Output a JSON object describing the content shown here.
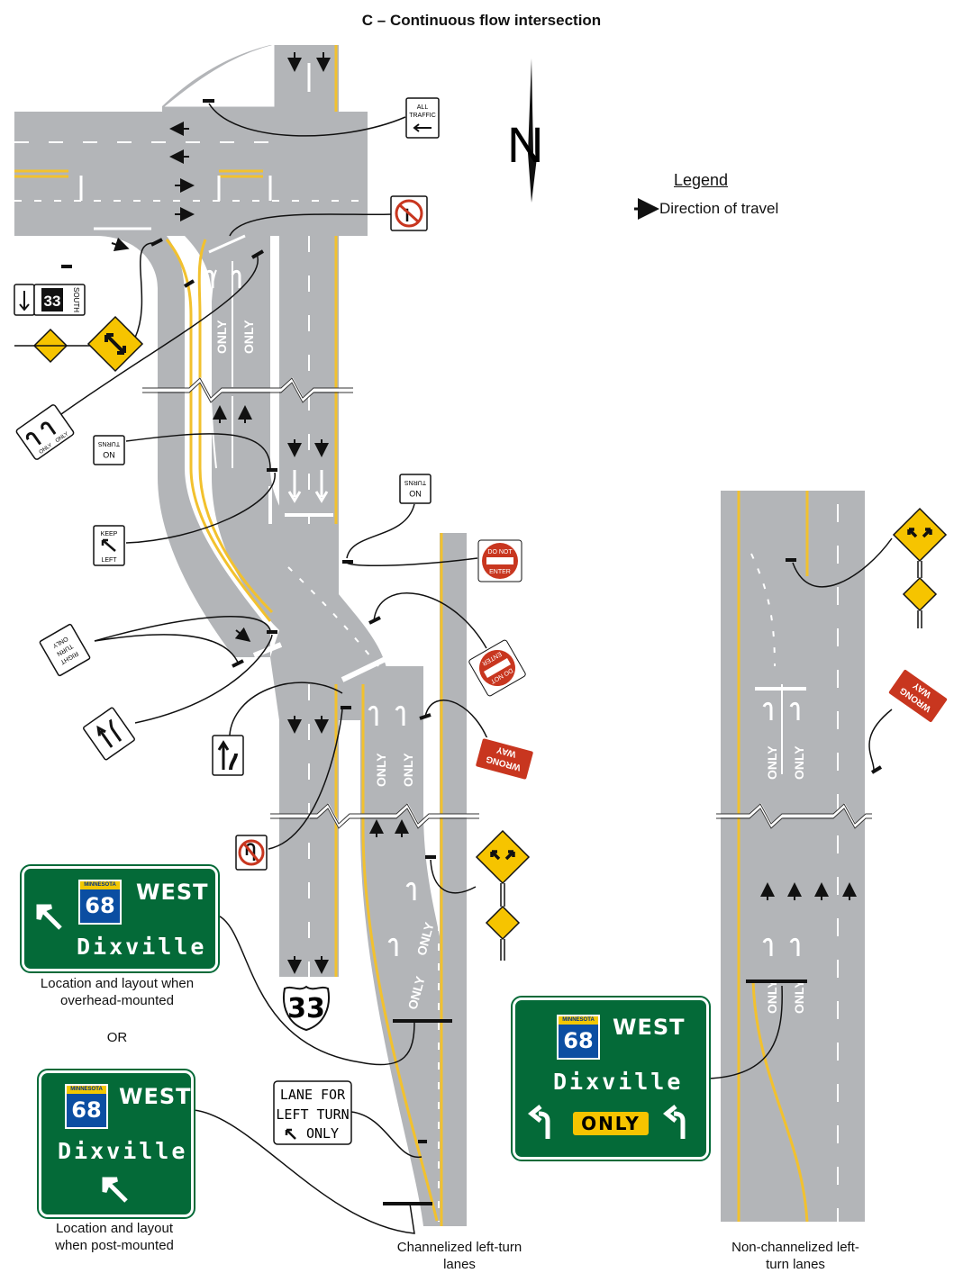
{
  "title": "C – Continuous flow intersection",
  "legend": {
    "title": "Legend",
    "item": "Direction of travel"
  },
  "north_label": "N",
  "route_shield_33": "33",
  "sign_us33": {
    "route": "33",
    "cardinal": "SOUTH"
  },
  "sign_all_traffic": {
    "line1": "ALL",
    "line2": "TRAFFIC"
  },
  "sign_no_turns": {
    "line1": "NO",
    "line2": "TURNS"
  },
  "sign_keep_left": {
    "line1": "KEEP",
    "line2": "LEFT"
  },
  "sign_right_turn_only": {
    "line1": "RIGHT",
    "line2": "TURN",
    "line3": "ONLY"
  },
  "sign_do_not_enter": {
    "line1": "DO NOT",
    "line2": "ENTER"
  },
  "sign_wrong_way": {
    "line1": "WRONG",
    "line2": "WAY"
  },
  "sign_only": "ONLY",
  "sign_lane_for_left": {
    "line1": "LANE FOR",
    "line2": "LEFT TURN",
    "line3": "ONLY"
  },
  "pavement_only": "ONLY",
  "guide_sign_overhead": {
    "state": "MINNESOTA",
    "route": "68",
    "direction": "WEST",
    "city": "Dixville"
  },
  "guide_sign_post": {
    "state": "MINNESOTA",
    "route": "68",
    "direction": "WEST",
    "city": "Dixville"
  },
  "guide_sign_nonchannel": {
    "state": "MINNESOTA",
    "route": "68",
    "direction": "WEST",
    "city": "Dixville",
    "plate": "ONLY"
  },
  "captions": {
    "overhead": "Location and layout when overhead-mounted",
    "or": "OR",
    "post": "Location and layout when post-mounted",
    "channelized": "Channelized left-turn lanes",
    "non_channelized": "Non-channelized left-turn lanes"
  },
  "colors": {
    "pavement": "#b3b5b8",
    "yellow": "#f2c12e",
    "guide_green": "#046a38",
    "warning": "#f6c400",
    "regulatory_red": "#c8361f"
  }
}
